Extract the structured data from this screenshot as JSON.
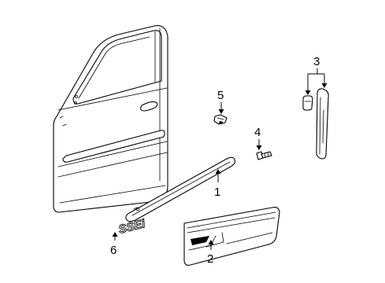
{
  "callouts": [
    {
      "id": "1",
      "label": "1"
    },
    {
      "id": "2",
      "label": "2"
    },
    {
      "id": "3",
      "label": "3"
    },
    {
      "id": "4",
      "label": "4"
    },
    {
      "id": "5",
      "label": "5"
    },
    {
      "id": "6",
      "label": "6"
    }
  ],
  "emblem_text": "SSEi",
  "colors": {
    "line": "#000000",
    "background": "#ffffff"
  }
}
